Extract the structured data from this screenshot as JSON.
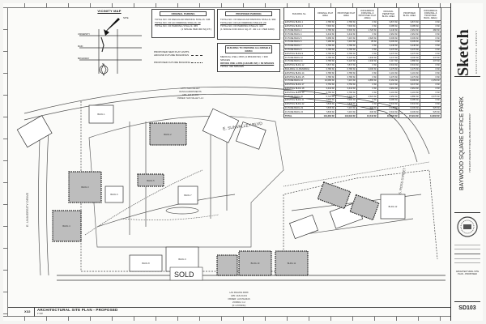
{
  "vicinity_map": {
    "title": "VICINITY MAP",
    "site_label": "SITE",
    "north": "N",
    "streets": [
      "UNIVERSITY",
      "MAIN",
      "BROADWAY"
    ]
  },
  "original_parking": {
    "title": "ORIGINAL PARKING",
    "rows": [
      "TOTAL NO. OF REGULAR PARKING STALLS: 345",
      "TOTAL NO. OF HC PARKING STALLS: 20",
      "TOTAL NO. OF PARKING STALLS: 365"
    ],
    "note": "(1 SPACE PER 300 SQ.FT.)"
  },
  "proposed_parking": {
    "title": "PROPOSED PARKING",
    "rows": [
      "TOTAL NO. OF REGULAR PARKING STALLS: 393",
      "TOTAL NO. OF HC PARKING STALLS: 20",
      "TOTAL NO. OF PARKING STALLS: 413"
    ],
    "note": "(1 SPACE FOR 200.0 SQ.FT. OR 4.3 / PER 1000)"
  },
  "ratio_box": {
    "title": "BUILDING TO PARKING ALLOWABLE RATIO",
    "rows": [
      "MEDICAL USE x 80% (4.95/1000 SF) = 300 SPACES",
      "OFFICE USE x 20% (4.33.281 SF) = 60 SPACES",
      "TOTAL: 410 SPACES"
    ]
  },
  "legend": {
    "items": [
      "PROPOSED NEW PLAT LIMITS AROUND FUTURE BUILDINGS",
      "PROPOSED FUTURE BUILDING"
    ]
  },
  "area_table": {
    "headers": [
      "BUILDING No.",
      "ORIGINAL PLAT AREA",
      "PROPOSED PLAT AREA",
      "DIFFERENCE (ORIGINAL & PROPOSED PLAT AREA)",
      "ORIGINAL PERMITTED BLDG. AREA",
      "PROPOSED BLDG. AREA",
      "DIFFERENCE (ORIGINAL & PROPOSED BLDG. AREA)"
    ],
    "rows": [
      [
        "EXISTING BLDG 1",
        "4,780 SF",
        "4,780 SF",
        "0 SF",
        "3,872 SF",
        "3,872 SF",
        "0 SF"
      ],
      [
        "EXISTING BLDG 2",
        "7,500 SF",
        "7,500 SF",
        "0 SF",
        "6,085 SF",
        "6,085 SF",
        "0 SF"
      ],
      [
        "FUTURE BLDG 3",
        "3,780 SF",
        "5,500 SF",
        "1,720 SF",
        "3,246 SF",
        "2,964 SF",
        "282 SF"
      ],
      [
        "FUTURE BLDG 4",
        "3,444 SF",
        "3,444 SF",
        "0 SF",
        "2,964 SF",
        "2,964 SF",
        "0 SF"
      ],
      [
        "FUTURE BLDG 5",
        "5,689 SF",
        "7,215 SF",
        "1,526 SF",
        "6,009 SF",
        "6,009 SF",
        "0 SF"
      ],
      [
        "FUTURE BLDG 6",
        "7,180 SF",
        "7,215 SF",
        "35 SF",
        "6,009 SF",
        "6,009 SF",
        "0 SF"
      ],
      [
        "FUTURE BLDG 7",
        "3,780 SF",
        "3,780 SF",
        "0 SF",
        "3,246 SF",
        "3,246 SF",
        "0 SF"
      ],
      [
        "FUTURE BLDG 8",
        "3,780 SF",
        "3,780 SF",
        "0 SF",
        "3,270 SF",
        "3,270 SF",
        "0 SF"
      ],
      [
        "EXISTING BLDG 9",
        "3,780 SF",
        "3,780 SF",
        "0 SF",
        "3,270 SF",
        "3,270 SF",
        "0 SF"
      ],
      [
        "FUTURE BLDG 10",
        "3,780 SF",
        "5,120 SF",
        "1,340 SF",
        "3,247 SF",
        "3,000 SF",
        "247 SF"
      ],
      [
        "FUTURE BLDG 11",
        "3,780 SF",
        "5,120 SF",
        "1,340 SF",
        "3,117 SF",
        "2,880 SF",
        "237 SF"
      ],
      [
        "EXISTING BLDG 12",
        "7,847 SF",
        "7,847 SF",
        "0 SF",
        "6,534 SF",
        "6,534 SF",
        "0 SF"
      ],
      [
        "BUILDING 13 (PENDING)",
        "3,780 SF",
        "6,780 SF",
        "3,000 SF",
        "3,279 SF",
        "3,279 SF",
        "0 SF"
      ],
      [
        "EXISTING BLDG 14",
        "3,780 SF",
        "3,780 SF",
        "0 SF",
        "3,101 SF",
        "3,101 SF",
        "0 SF"
      ],
      [
        "EXISTING BLDG 15",
        "3,780 SF",
        "3,780 SF",
        "0 SF",
        "3,279 SF",
        "3,279 SF",
        "0 SF"
      ],
      [
        "FUTURE BLDG 16",
        "10,080 SF",
        "7,215 SF",
        "2,865 SF",
        "8,162 SF",
        "6,009 SF",
        "2,153 SF"
      ],
      [
        "EXISTING BLDG 17",
        "3,750 SF",
        "3,750 SF",
        "0 SF",
        "3,047 SF",
        "3,047 SF",
        "0 SF"
      ],
      [
        "EXISTING BLDG 18",
        "3,444 SF",
        "3,444 SF",
        "0 SF",
        "2,964 SF",
        "2,964 SF",
        "0 SF"
      ],
      [
        "EXISTING BLDG 19",
        "3,780 SF",
        "3,780 SF",
        "0 SF",
        "3,101 SF",
        "3,101 SF",
        "0 SF"
      ],
      [
        "FUTURE BLDG 20",
        "5,723 SF",
        "3,200 SF",
        "2,523 SF",
        "4,956 SF",
        "2,880 SF",
        "2,076 SF"
      ],
      [
        "EXISTING BLDG 21",
        "7,500 SF",
        "7,500 SF",
        "0 SF",
        "6,085 SF",
        "6,085 SF",
        "0 SF"
      ],
      [
        "EXISTING BLDG 22",
        "7,845 SF",
        "7,845 SF",
        "0 SF",
        "6,534 SF",
        "6,534 SF",
        "0 SF"
      ],
      [
        "FUTURE BLDG 23",
        "7,845 SF",
        "7,215 SF",
        "630 SF",
        "6,534 SF",
        "6,009 SF",
        "525 SF"
      ],
      [
        "FUTURE BLDG 24",
        "7,845 SF",
        "7,215 SF",
        "630 SF",
        "6,534 SF",
        "6,009 SF",
        "525 SF"
      ],
      [
        "TOTAL",
        "134,384 SF",
        "143,094 SF",
        "10,543 SF",
        "111,722 SF",
        "97,919 SF",
        "13,803 SF"
      ]
    ]
  },
  "site": {
    "street_north": "E. SUNVALLEY BLVD",
    "street_west": "E. UNIVERSITY DRIVE",
    "street_east": "S. ROSS STREET",
    "lot_north": [
      "LOT 1 SUN VALLEY",
      "RANCH APARTMENTS",
      "APN: 218-20-034",
      "OWNER: SUN VALLEY LLC"
    ],
    "lot_south": [
      "LAS PALMAS PARK",
      "APN: 218-23-001",
      "OWNER: LAS PALMAS",
      "ZONING: C-2",
      "(R-4 ZONING)"
    ],
    "sold_note": "SOLD",
    "building_labels": [
      "BLDG 1",
      "BLDG 2",
      "BLDG 3",
      "BLDG 4",
      "BLDG 5",
      "BLDG 6",
      "BLDG 7",
      "BLDG 8",
      "BLDG 9",
      "BLDG 10",
      "BLDG 11",
      "BLDG 12"
    ]
  },
  "drawing_title": {
    "number": "X32",
    "title": "ARCHITECTURAL SITE PLAN - PROPOSED",
    "scale": "1\"=30'"
  },
  "title_block": {
    "firm": "Sketch",
    "firm_sub": "ARCHITECTURE COMPANY",
    "project": "BAYWOOD SQUARE OFFICE PARK",
    "address": "7155 EAST UNIVERSITY DRIVE, MESA, ARIZONA 85207",
    "sheet_title": "ARCHITECTURAL SITE PLAN - PROPOSED",
    "sheet_number": "SD103"
  }
}
